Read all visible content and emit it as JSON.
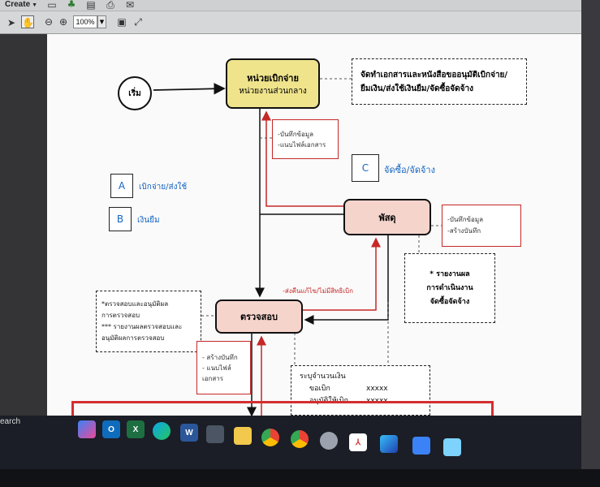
{
  "toolbar": {
    "create_label": "Create",
    "zoom": "100%"
  },
  "flow": {
    "start": "เริ่ม",
    "disburse_title": "หน่วยเบิกจ่าย",
    "disburse_sub": "หน่วยงานส่วนกลาง",
    "prepare_note_line1": "จัดทำเอกสารและหนังสือขออนุมัติเบิกจ่าย/",
    "prepare_note_line2": "ยืมเงิน/ส่งใช้เงินยืม/จัดซื้อจัดจ้าง",
    "record_note1_line1": "-บันทึกข้อมูล",
    "record_note1_line2": "-แนบไฟล์เอกสาร",
    "c_letter": "C",
    "c_label": "จัดซื้อ/จัดจ้าง",
    "a_letter": "A",
    "a_label": "เบิกจ่าย/ส่งใช้",
    "b_letter": "B",
    "b_label": "เงินยืม",
    "supplies": "พัสดุ",
    "record_note2_line1": "-บันทึกข้อมูล",
    "record_note2_line2": "-สร้างบันทึก",
    "report_line1": "* รายงานผล",
    "report_line2": "การดำเนินงาน",
    "report_line3": "จัดซื้อจัดจ้าง",
    "return_note": "-ส่งคืนแก้ไข/ไม่มีสิทธิเบิก",
    "check_note_line1": "*ตรวจสอบและอนุมัติผล",
    "check_note_line2": "การตรวจสอบ",
    "check_note_line3": "*** รายงานผลตรวจสอบและ",
    "check_note_line4": "อนุมัติผลการตรวจสอบ",
    "check": "ตรวจสอบ",
    "record_note3_line1": "- สร้างบันทึก",
    "record_note3_line2": "- แนบไฟล์",
    "record_note3_line3": "เอกสาร",
    "amount_title": "ระบุจำนวนเงิน",
    "amount_request_label": "ขอเบิก",
    "amount_request_value": "xxxxx",
    "amount_approved_label": "อนุมัติให้เบิก",
    "amount_approved_value": "xxxxx"
  },
  "taskbar": {
    "search_text": "earch",
    "apps": [
      {
        "icon": "copilot-icon",
        "label": ""
      },
      {
        "icon": "outlook-icon",
        "label": "O"
      },
      {
        "icon": "excel-icon",
        "label": "X"
      },
      {
        "icon": "edge-icon",
        "label": ""
      },
      {
        "icon": "word-icon",
        "label": "W"
      },
      {
        "icon": "store-icon",
        "label": ""
      },
      {
        "icon": "file-explorer-icon",
        "label": ""
      },
      {
        "icon": "chrome-icon",
        "label": ""
      },
      {
        "icon": "chrome-profile-icon",
        "label": ""
      },
      {
        "icon": "paint-icon",
        "label": ""
      },
      {
        "icon": "acrobat-icon",
        "label": ""
      },
      {
        "icon": "photos-icon",
        "label": ""
      },
      {
        "icon": "remote-desktop-icon",
        "label": ""
      },
      {
        "icon": "app-icon",
        "label": ""
      }
    ]
  },
  "colors": {
    "disburse_fill": "#efe48c",
    "node_fill": "#f5d4cc",
    "accent_red": "#c62828",
    "accent_blue": "#1565c0"
  }
}
